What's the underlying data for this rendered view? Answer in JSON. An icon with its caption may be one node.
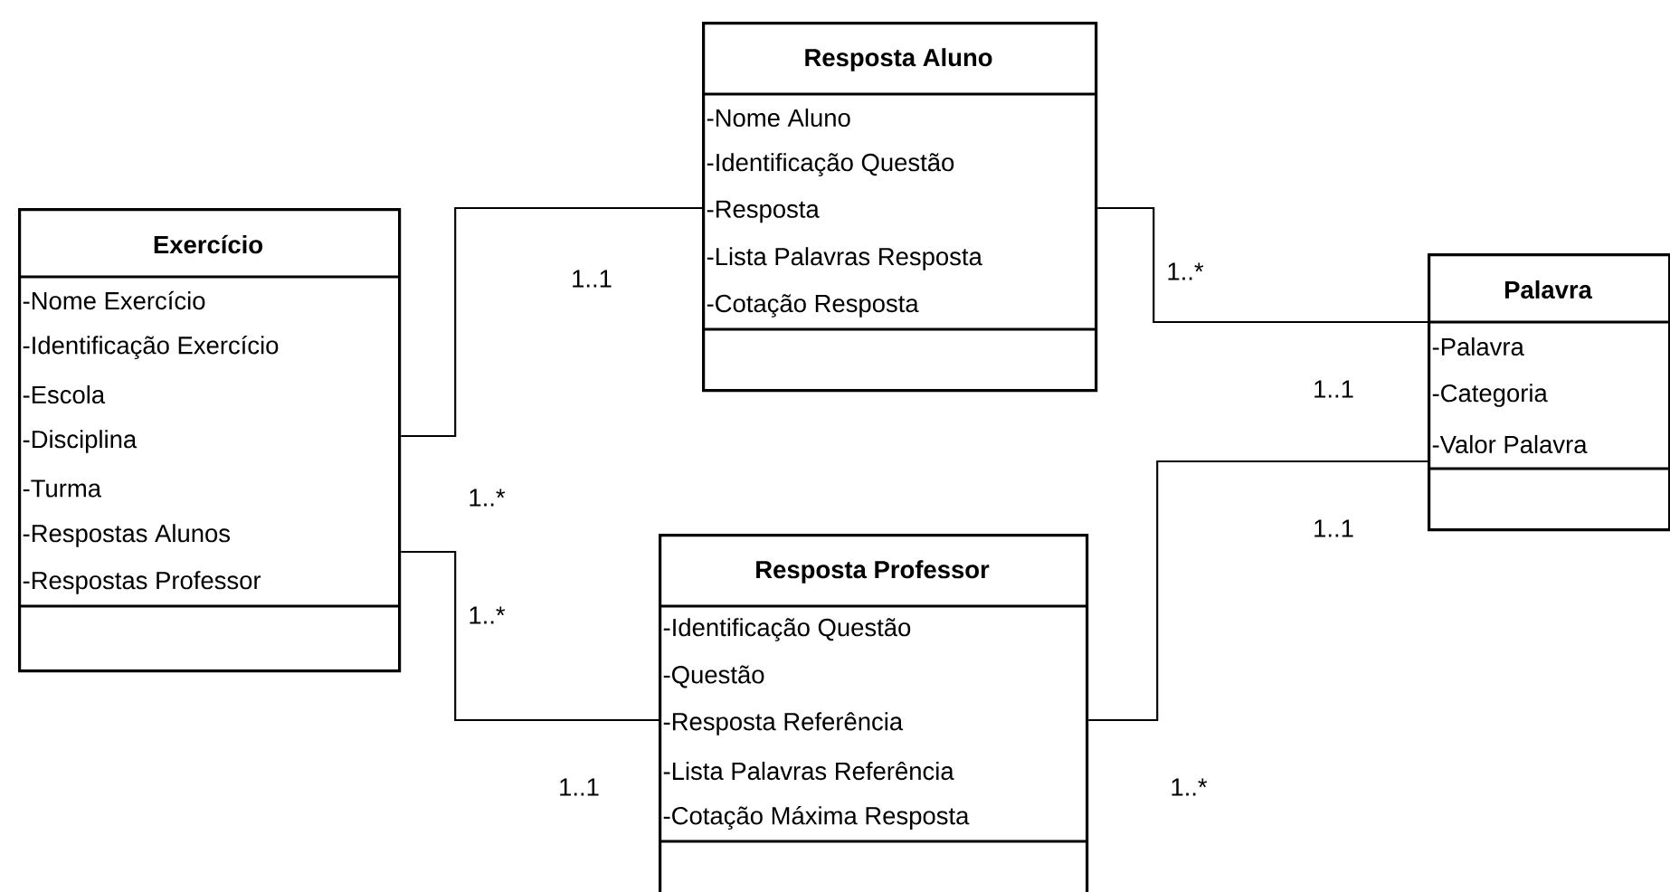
{
  "diagram": {
    "nodes": [
      {
        "text": [
          "Exercício",
          "-Nome Exercício",
          "-Identificação Exercício",
          "-Escola",
          "-Disciplina",
          "-Turma",
          "-Respostas Alunos",
          "-Respostas Professor"
        ]
      },
      {
        "text": [
          "Resposta Aluno",
          "-Nome Aluno",
          "-Identificação Questão",
          "-Resposta",
          "-Lista Palavras Resposta",
          "-Cotação Resposta"
        ]
      },
      {
        "text": [
          "Palavra",
          "-Palavra",
          "-Categoria",
          "-Valor Palavra"
        ]
      },
      {
        "text": [
          "Resposta Professor",
          "-Identificação Questão",
          "-Questão",
          "-Resposta Referência",
          "-Lista Palavras Referência",
          "-Cotação Máxima Resposta"
        ]
      }
    ],
    "edges": [
      {
        "from": 0,
        "to": 1,
        "arrow": "none"
      },
      {
        "from": 0,
        "to": 3,
        "arrow": "none"
      },
      {
        "from": 1,
        "to": 2,
        "arrow": "none"
      },
      {
        "from": 3,
        "to": 2,
        "arrow": "none"
      }
    ],
    "labels": [
      "1..*",
      "1..1",
      "1..1",
      "1..*",
      "1..1",
      "1..*",
      "1..1",
      "1..*"
    ]
  }
}
